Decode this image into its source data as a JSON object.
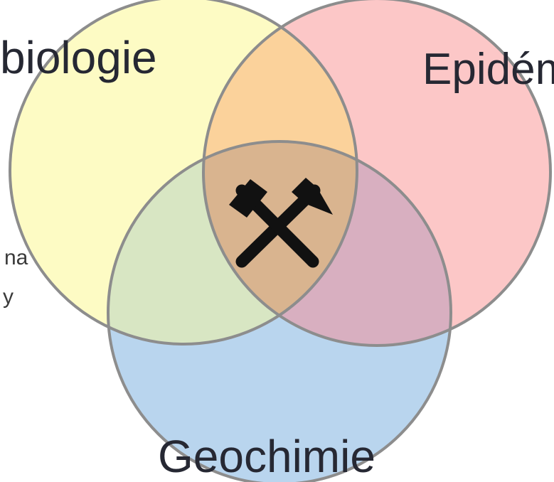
{
  "diagram": {
    "type": "venn",
    "sets": [
      {
        "id": "biology",
        "label": "biologie",
        "fill": "#fdfbc4",
        "stroke": "#8c8c8c"
      },
      {
        "id": "epidemiology",
        "label": "Epidém",
        "fill": "#fcc7c7",
        "stroke": "#8c8c8c"
      },
      {
        "id": "geochemistry",
        "label": "Geochimie",
        "fill": "#b9d5ee",
        "stroke": "#8c8c8c"
      }
    ],
    "center_icon": "crossed-hammers-icon",
    "overlap_colors": {
      "biology_epidemiology": "#fbd29b",
      "biology_geochemistry": "#d8e6c3",
      "epidemiology_geochemistry": "#d8afc0",
      "all": "#d9b48f"
    },
    "side_text": [
      "na",
      "y"
    ]
  }
}
